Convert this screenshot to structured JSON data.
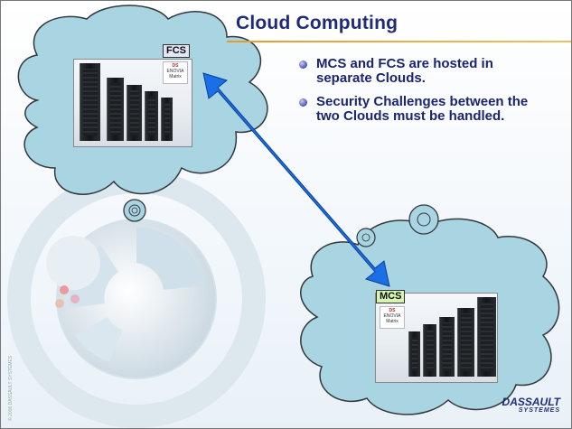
{
  "slide": {
    "title": "Cloud Computing",
    "bullets": [
      "MCS and FCS are hosted in separate Clouds.",
      "Security Challenges between the two Clouds must be handled."
    ]
  },
  "clouds": {
    "left_label": "FCS",
    "right_label": "MCS"
  },
  "footer": {
    "brand": "DASSAULT",
    "brand_sub": "SYSTEMES"
  },
  "colors": {
    "title": "#1f2a7a",
    "cloud_fill": "#a9d4e2",
    "cloud_stroke": "#33383d",
    "arrow": "#1b6fe6",
    "fcs_label_bg": "#e2e6f6",
    "mcs_label_bg": "#d6f5b3"
  }
}
